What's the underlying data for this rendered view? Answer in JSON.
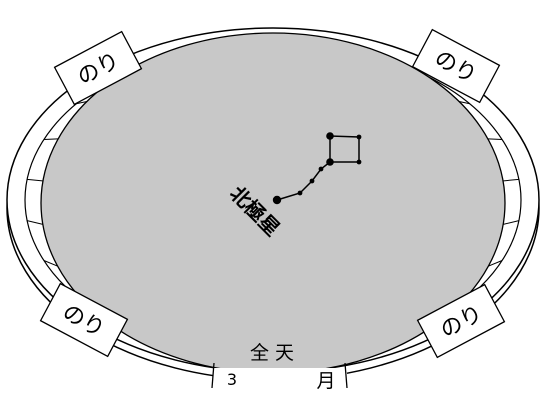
{
  "planisphere": {
    "glue_tabs": [
      {
        "label": "のり"
      },
      {
        "label": "のり"
      },
      {
        "label": "のり"
      },
      {
        "label": "のり"
      }
    ],
    "sky_label": "全 天",
    "month_number": "3",
    "month_unit": "月",
    "star_label": "北極星"
  },
  "colors": {
    "sky_fill": "#c8c8c8",
    "ring_fill": "#ffffff",
    "line": "#000000"
  }
}
